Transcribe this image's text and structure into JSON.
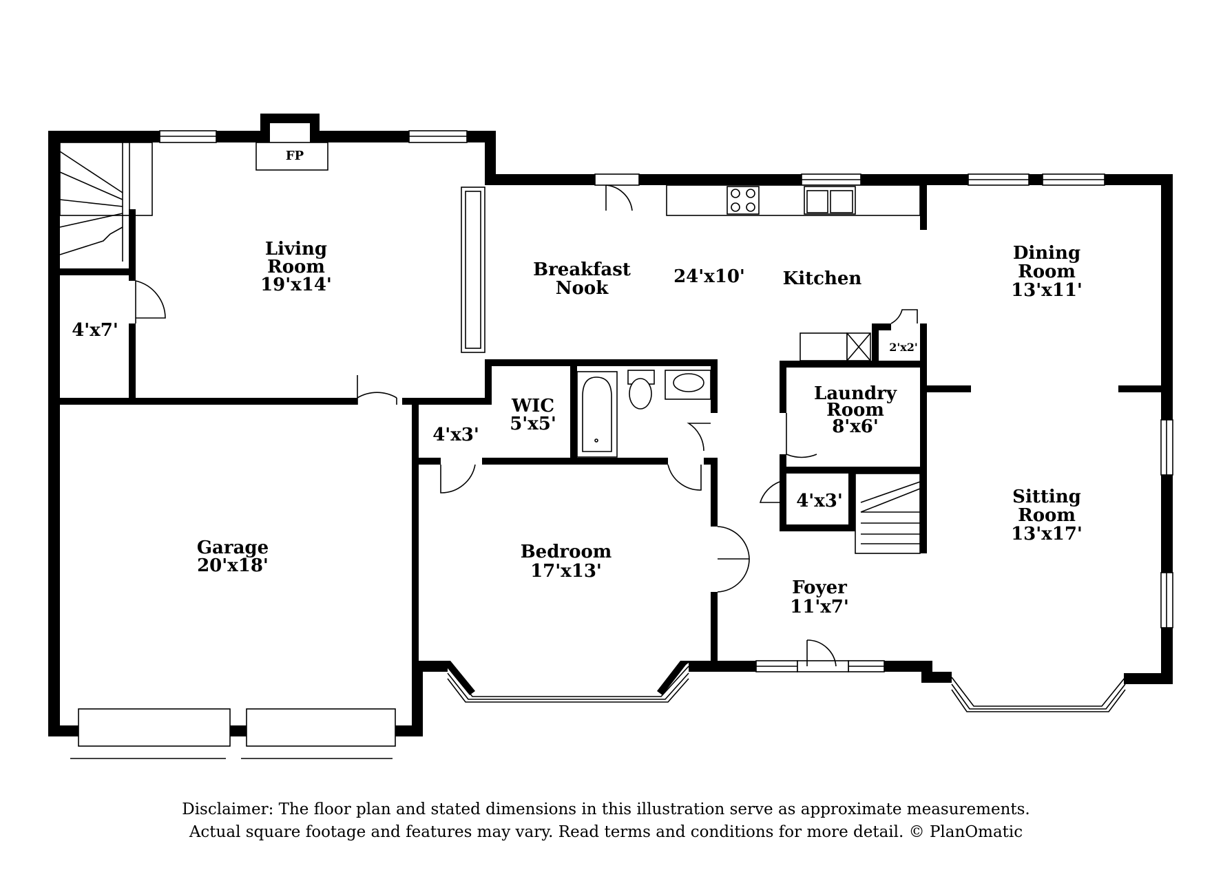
{
  "rooms": {
    "living": {
      "name_line1": "Living",
      "name_line2": "Room",
      "size": "19'x14'"
    },
    "closet_left": {
      "size": "4'x7'"
    },
    "fireplace": {
      "label": "FP"
    },
    "breakfast": {
      "name_line1": "Breakfast",
      "name_line2": "Nook"
    },
    "kitchen": {
      "name": "Kitchen",
      "size": "24'x10'"
    },
    "dining": {
      "name_line1": "Dining",
      "name_line2": "Room",
      "size": "13'x11'"
    },
    "pantry": {
      "size": "2'x2'"
    },
    "laundry": {
      "name_line1": "Laundry",
      "name_line2": "Room",
      "size": "8'x6'"
    },
    "wic": {
      "name": "WIC",
      "size": "5'x5'"
    },
    "hall_closet": {
      "size": "4'x3'"
    },
    "foyer_closet": {
      "size": "4'x3'"
    },
    "garage": {
      "name": "Garage",
      "size": "20'x18'"
    },
    "bedroom": {
      "name": "Bedroom",
      "size": "17'x13'"
    },
    "sitting": {
      "name_line1": "Sitting",
      "name_line2": "Room",
      "size": "13'x17'"
    },
    "foyer": {
      "name": "Foyer",
      "size": "11'x7'"
    }
  },
  "disclaimer": {
    "line1": "Disclaimer: The floor plan and stated dimensions in this illustration serve as approximate measurements.",
    "line2": "Actual square footage and features may vary. Read terms and conditions for more detail. © PlanOmatic"
  }
}
